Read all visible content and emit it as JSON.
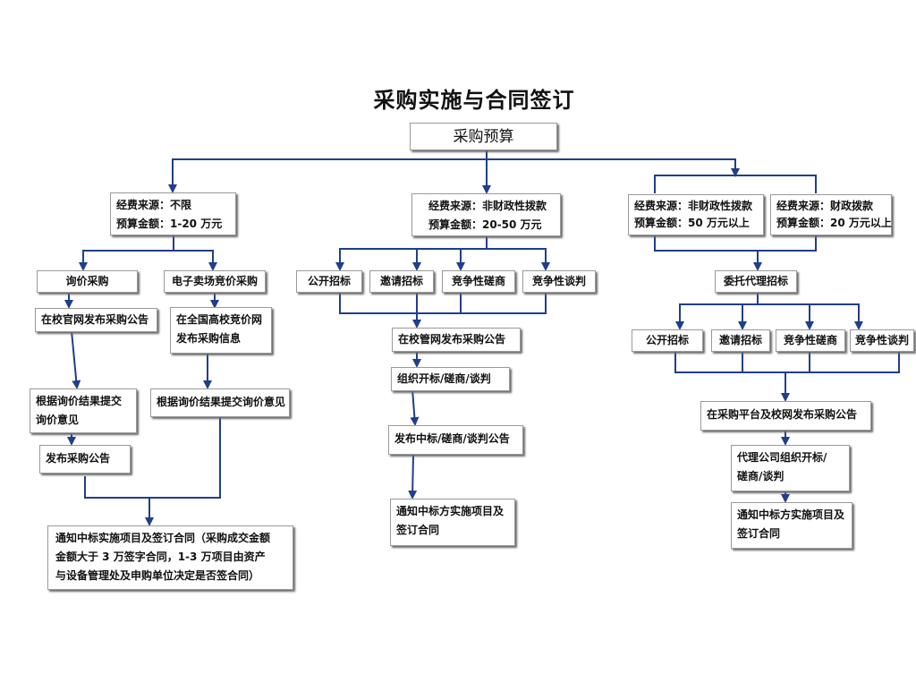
{
  "diagram": {
    "title": "采购实施与合同签订",
    "budget": "采购预算",
    "branch_unlimited": {
      "funding_line": "经费来源：不限",
      "amount_line": "预算金额：1-20 万元",
      "inquiry": "询价采购",
      "ecommerce": "电子卖场竞价采购",
      "inquiry_announce": "在校官网发布采购公告",
      "ecommerce_announce_1": "在全国高校竞价网",
      "ecommerce_announce_2": "发布采购信息",
      "inquiry_submit_1": "根据询价结果提交",
      "inquiry_submit_2": "询价意见",
      "ecommerce_submit": "根据询价结果提交询价意见",
      "publish_announce": "发布采购公告",
      "notify_1": "通知中标实施项目及签订合同（采购成交金额",
      "notify_2": "金额大于 3 万签字合同，1-3 万项目由资产",
      "notify_3": "与设备管理处及申购单位决定是否签合同）"
    },
    "branch_nonfiscal": {
      "funding_line": "经费来源：非财政性拨款",
      "amount_line": "预算金额：20-50 万元",
      "methods": [
        "公开招标",
        "邀请招标",
        "竞争性磋商",
        "竞争性谈判"
      ],
      "announce": "在校管网发布采购公告",
      "organize": "组织开标/磋商/谈判",
      "publish": "发布中标/磋商/谈判公告",
      "notify_1": "通知中标方实施项目及",
      "notify_2": "签订合同"
    },
    "branch_large": {
      "nonfiscal_funding": "经费来源：非财政性拨款",
      "nonfiscal_amount": "预算金额：50 万元以上",
      "fiscal_funding": "经费来源：财政拨款",
      "fiscal_amount": "预算金额：20 万元以上",
      "agency": "委托代理招标",
      "methods": [
        "公开招标",
        "邀请招标",
        "竞争性磋商",
        "竞争性谈判"
      ],
      "announce": "在采购平台及校网发布采购公告",
      "agency_org_1": "代理公司组织开标/",
      "agency_org_2": "磋商/谈判",
      "notify_1": "通知中标方实施项目及",
      "notify_2": "签订合同"
    }
  }
}
